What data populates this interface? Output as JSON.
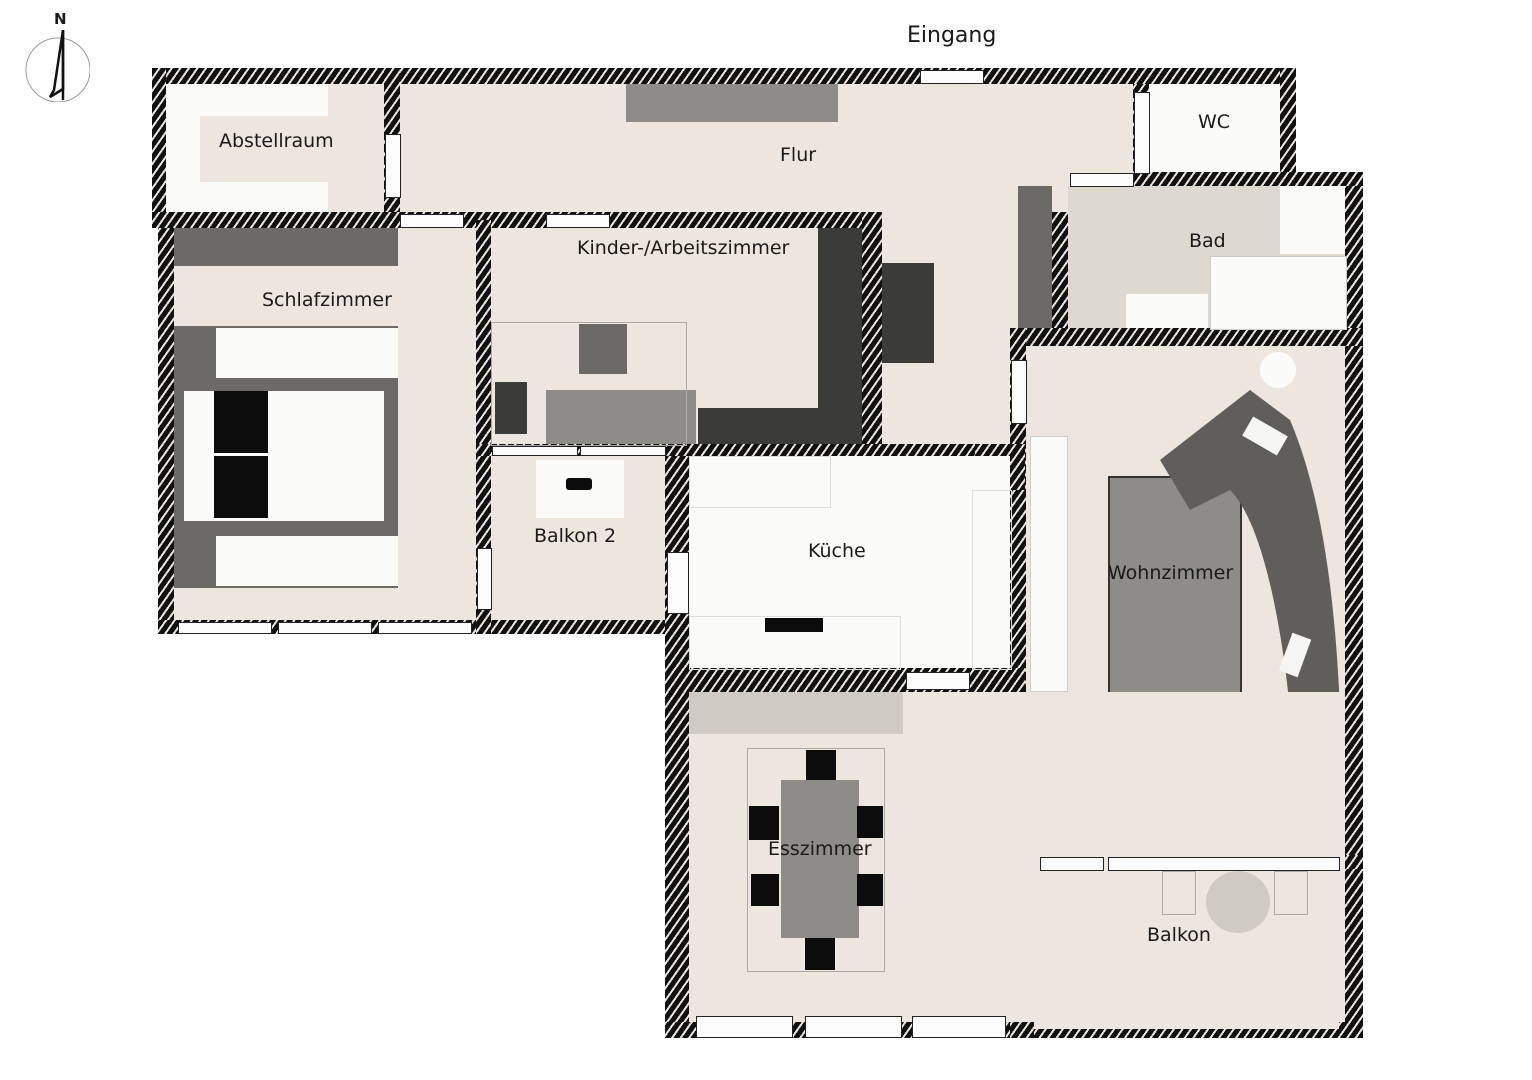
{
  "plan": {
    "entrance_label": "Eingang",
    "compass": {
      "label": "N",
      "icon": "north-arrow-icon"
    },
    "rooms": [
      {
        "name": "Abstellraum"
      },
      {
        "name": "Flur"
      },
      {
        "name": "WC"
      },
      {
        "name": "Bad"
      },
      {
        "name": "Schlafzimmer"
      },
      {
        "name": "Kinder-/Arbeitszimmer"
      },
      {
        "name": "Balkon 2"
      },
      {
        "name": "Küche"
      },
      {
        "name": "Wohnzimmer"
      },
      {
        "name": "Esszimmer"
      },
      {
        "name": "Balkon"
      }
    ]
  },
  "colors": {
    "wall": "#111111",
    "floor": "#ede6df",
    "furniture_dark": "#3b3b39",
    "rug": "#8e8c88"
  }
}
